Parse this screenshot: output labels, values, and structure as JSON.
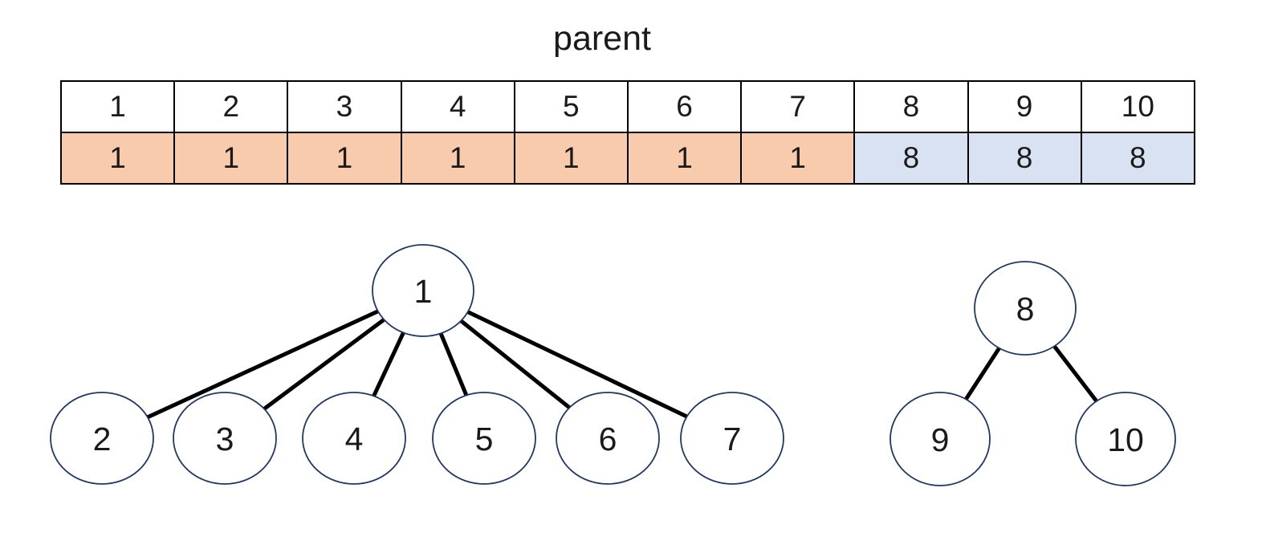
{
  "title": "parent",
  "colors": {
    "highlight_orange": "#F8CBAD",
    "highlight_blue": "#D9E2F3",
    "node_stroke": "#203864",
    "edge_black": "#000000",
    "border_black": "#000000",
    "text": "#1a1a1a"
  },
  "table": {
    "indices": [
      "1",
      "2",
      "3",
      "4",
      "5",
      "6",
      "7",
      "8",
      "9",
      "10"
    ],
    "parents": [
      "1",
      "1",
      "1",
      "1",
      "1",
      "1",
      "1",
      "8",
      "8",
      "8"
    ]
  },
  "trees": [
    {
      "root": "1",
      "children": [
        "2",
        "3",
        "4",
        "5",
        "6",
        "7"
      ]
    },
    {
      "root": "8",
      "children": [
        "9",
        "10"
      ]
    }
  ]
}
